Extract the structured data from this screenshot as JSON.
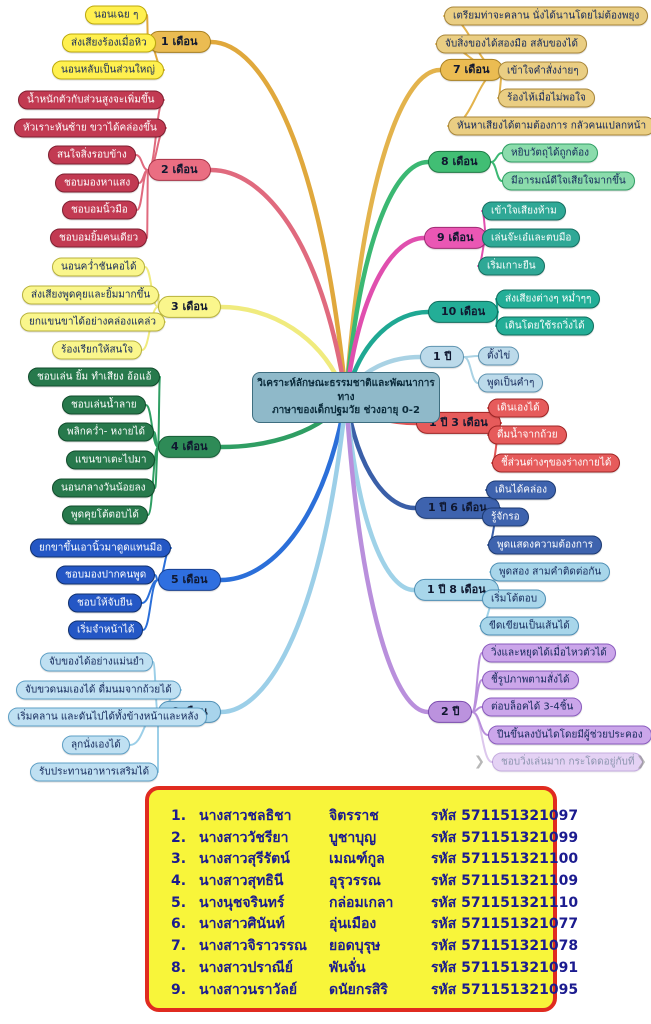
{
  "center": {
    "line1": "วิเคราะห์ลักษณะธรรมชาติและพัฒนาการทาง",
    "line2": "ภาษาของเด็กปฐมวัย ช่วงอายุ 0-2"
  },
  "branches": [
    {
      "label": "1 เดือน",
      "side": "left",
      "colors": {
        "line": "#E0A83C",
        "node_bg": "#EBBC52",
        "node_border": "#A87F1E",
        "item_bg": "#FFF04F",
        "item_border": "#BCA80A",
        "item_text": "#14285A"
      },
      "items": [
        "นอนเฉย ๆ",
        "ส่งเสียงร้องเมื่อหิว",
        "นอนหลับเป็นส่วนใหญ่"
      ]
    },
    {
      "label": "2 เดือน",
      "side": "left",
      "colors": {
        "line": "#E06A7E",
        "node_bg": "#EA6E82",
        "node_border": "#A83246",
        "item_bg": "#C23A52",
        "item_border": "#7E1F30",
        "item_text": "#ffffff"
      },
      "items": [
        "น้ำหนักตัวกับส่วนสูงจะเพิ่มขึ้น",
        "หัวเราะหันซ้าย ขวาได้คล่องขึ้น",
        "สนใจสิ่งรอบข้าง",
        "ชอบมองหาแสง",
        "ชอบอมนิ้วมือ",
        "ชอบอมยิ้มคนเดียว"
      ]
    },
    {
      "label": "3 เดือน",
      "side": "left",
      "colors": {
        "line": "#F0EB7E",
        "node_bg": "#FAF68C",
        "node_border": "#B8B23C",
        "item_bg": "#FAF68C",
        "item_border": "#B8B23C",
        "item_text": "#14285A"
      },
      "items": [
        "นอนคว่ำชันคอได้",
        "ส่งเสียงพูดคุยและยิ้มมากขึ้น",
        "ยกแขนขาได้อย่างคล่องแคล่ว",
        "ร้องเรียกให้สนใจ"
      ]
    },
    {
      "label": "4 เดือน",
      "side": "left",
      "colors": {
        "line": "#2F9E63",
        "node_bg": "#2E8B57",
        "node_border": "#175C36",
        "item_bg": "#27794C",
        "item_border": "#114C2C",
        "item_text": "#ffffff"
      },
      "items": [
        "ชอบเล่น ยิ้ม ทำเสียง อ้อแอ้",
        "ชอบเล่นน้ำลาย",
        "พลิกคว่ำ- หงายได้",
        "แขนขาเตะไปมา",
        "นอนกลางวันน้อยลง",
        "พูดคุยโต้ตอบได้"
      ]
    },
    {
      "label": "5 เดือน",
      "side": "left",
      "colors": {
        "line": "#2B6FD9",
        "node_bg": "#2F6FE0",
        "node_border": "#173F8F",
        "item_bg": "#2457C5",
        "item_border": "#10306E",
        "item_text": "#ffffff"
      },
      "items": [
        "ยกขาขึ้นเอานิ้วมาดูดแทนมือ",
        "ชอบมองปากคนพูด",
        "ชอบให้จับยืน",
        "เริ่มจำหน้าได้"
      ]
    },
    {
      "label": "6 เดือน",
      "side": "left",
      "colors": {
        "line": "#9CCFE8",
        "node_bg": "#A8D4EC",
        "node_border": "#4E8FB5",
        "item_bg": "#BFE0F2",
        "item_border": "#5E9FC5",
        "item_text": "#14285A"
      },
      "items": [
        "จับของได้อย่างแม่นยำ",
        "จับขวดนมเองได้ ดื่มนมจากถ้วยได้",
        "เริ่มคลาน และดันไปได้ทั้งข้างหน้าและหลัง",
        "ลุกนั่งเองได้",
        "รับประทานอาหารเสริมได้"
      ]
    },
    {
      "label": "7 เดือน",
      "side": "right",
      "colors": {
        "line": "#E3B34C",
        "node_bg": "#EBBC52",
        "node_border": "#A87F1E",
        "item_bg": "#EACE83",
        "item_border": "#A8863A",
        "item_text": "#14285A"
      },
      "items": [
        "เตรียมท่าจะคลาน นั่งได้นานโดยไม่ต้องพยุง",
        "จับสิ่งของได้สองมือ สลับของได้",
        "เข้าใจคำสั่งง่ายๆ",
        "ร้องไห้เมื่อไม่พอใจ",
        "หันหาเสียงได้ตามต้องการ กลัวคนแปลกหน้า"
      ]
    },
    {
      "label": "8 เดือน",
      "side": "right",
      "colors": {
        "line": "#3BB873",
        "node_bg": "#41BE74",
        "node_border": "#1C7A44",
        "item_bg": "#8BDCAC",
        "item_border": "#2F9E63",
        "item_text": "#14285A"
      },
      "items": [
        "หยิบวัตถุได้ถูกต้อง",
        "มีอารมณ์ดีใจเสียใจมากขึ้น"
      ]
    },
    {
      "label": "9 เดือน",
      "side": "right",
      "colors": {
        "line": "#E04FAE",
        "node_bg": "#EA57B4",
        "node_border": "#9E2A72",
        "item_bg": "#2FA896",
        "item_border": "#146E60",
        "item_text": "#ffffff"
      },
      "items": [
        "เข้าใจเสียงห้าม",
        "เล่นจ๊ะเอ๋และตบมือ",
        "เริ่มเกาะยืน"
      ]
    },
    {
      "label": "10 เดือน",
      "side": "right",
      "colors": {
        "line": "#1FA893",
        "node_bg": "#23AE97",
        "node_border": "#0F6E5E",
        "item_bg": "#23AE97",
        "item_border": "#0F6E5E",
        "item_text": "#ffffff"
      },
      "items": [
        "ส่งเสียงต่างๆ หม่ำๆๆ",
        "เดินโดยใช้รถวิ่งได้"
      ]
    },
    {
      "label": "1 ปี",
      "side": "right",
      "colors": {
        "line": "#A9D2E4",
        "node_bg": "#BCDAEA",
        "node_border": "#5E93B0",
        "item_bg": "#BCDAEA",
        "item_border": "#5E93B0",
        "item_text": "#14285A"
      },
      "items": [
        "ตั้งไข่",
        "พูดเป็นคำๆ"
      ]
    },
    {
      "label": "1 ปี 3 เดือน",
      "side": "right",
      "colors": {
        "line": "#E05555",
        "node_bg": "#E65B5B",
        "node_border": "#9E2424",
        "item_bg": "#E65B5B",
        "item_border": "#9E2424",
        "item_text": "#ffffff"
      },
      "items": [
        "เดินเองได้",
        "ดื่มน้ำจากถ้วย",
        "ชี้ส่วนต่างๆของร่างกายได้"
      ]
    },
    {
      "label": "1 ปี 6 เดือน",
      "side": "right",
      "colors": {
        "line": "#3A5FA8",
        "node_bg": "#3E63AE",
        "node_border": "#1C3A72",
        "item_bg": "#3E63AE",
        "item_border": "#1C3A72",
        "item_text": "#ffffff"
      },
      "items": [
        "เดินได้คล่อง",
        "รู้จักรอ",
        "พูดแสดงความต้องการ"
      ]
    },
    {
      "label": "1 ปี 8 เดือน",
      "side": "right",
      "colors": {
        "line": "#9FD2E8",
        "node_bg": "#A8D6EA",
        "node_border": "#4E8FB5",
        "item_bg": "#A8D6EA",
        "item_border": "#4E8FB5",
        "item_text": "#14285A"
      },
      "items": [
        "พูดสอง สามคำติดต่อกัน",
        "เริ่มโต้ตอบ",
        "ขีดเขียนเป็นเส้นได้"
      ]
    },
    {
      "label": "2 ปี",
      "side": "right",
      "colors": {
        "line": "#B98FDC",
        "node_bg": "#BB92DE",
        "node_border": "#7A4BAE",
        "item_bg": "#CBA6EA",
        "item_border": "#8A5BBE",
        "item_text": "#14285A"
      },
      "items": [
        "วิ่งและหยุดได้เมื่อไหวตัวได้",
        "ชี้รูปภาพตามสั่งได้",
        "ต่อบล็อคได้ 3-4ชิ้น",
        "ปีนขึ้นลงบันไดโดยมีผู้ช่วยประคอง",
        "ชอบวิ่งเล่นมาก กระโดดอยู่กับที่"
      ]
    }
  ],
  "credits": {
    "rows": [
      {
        "no": "1.",
        "name": "นางสาวชลธิชา",
        "surname": "จิตรราช",
        "code": "รหัส 571151321097"
      },
      {
        "no": "2.",
        "name": "นางสาววัชรียา",
        "surname": "บูชาบุญ",
        "code": "รหัส 571151321099"
      },
      {
        "no": "3.",
        "name": "นางสาวสุรีรัตน์",
        "surname": "เมณฑ์กูล",
        "code": "รหัส 571151321100"
      },
      {
        "no": "4.",
        "name": "นางสาวสุทธินี",
        "surname": "อุรุวรรณ",
        "code": "รหัส 571151321109"
      },
      {
        "no": "5.",
        "name": "นางนุชจรินทร์",
        "surname": "กล่อมเกลา",
        "code": "รหัส 571151321110"
      },
      {
        "no": "6.",
        "name": "นางสาวศินันท์",
        "surname": "อุ่นเมือง",
        "code": "รหัส 571151321077"
      },
      {
        "no": "7.",
        "name": "นางสาวจิราวรรณ",
        "surname": "ยอดบุรุษ",
        "code": "รหัส 571151321078"
      },
      {
        "no": "8.",
        "name": "นางสาวปราณีย์",
        "surname": "พันจั่น",
        "code": "รหัส 571151321091"
      },
      {
        "no": "9.",
        "name": "นางสาวนราวัลย์",
        "surname": "ดนัยกรสิริ",
        "code": "รหัส 571151321095"
      }
    ]
  }
}
